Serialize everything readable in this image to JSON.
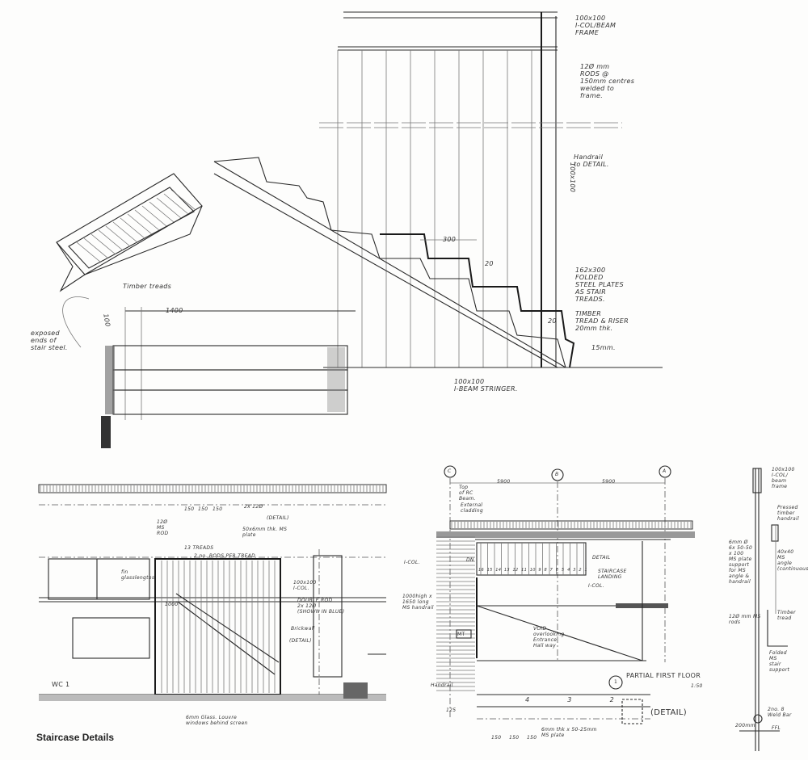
{
  "caption": "Staircase Details",
  "sketch_elevation": {
    "notes": {
      "beam_frame": "100x100\nI-COL/BEAM\nFRAME",
      "rods": "12Ø mm\nRODS @\n150mm centres\nwelded to\nframe.",
      "handrail": "Handrail\nto DETAIL.",
      "dim_100x100": "100x100",
      "dim_300": "300",
      "dim_20": "20",
      "treads": "162x300\nFOLDED\nSTEEL PLATES\nAS STAIR\nTREADS.",
      "timber": "TIMBER\nTREAD & RISER\n20mm thk.",
      "dim_20b": "20",
      "dim_15": "15mm.",
      "stringer": "100x100\nI-BEAM STRINGER."
    }
  },
  "sketch_plan": {
    "notes": {
      "timber_treads": "Timber treads",
      "dim_1400": "1400",
      "dim_100": "100",
      "exposed_ends": "exposed\nends of\nstair steel."
    }
  },
  "section": {
    "notes": {
      "dim_150a": "150",
      "dim_150b": "150",
      "dim_150c": "150",
      "rod": "12Ø\nMS\nROD",
      "rod_2x12": "2x 12Ø",
      "plate": "50x6mm thk. MS\nplate",
      "detail": "(DETAIL)",
      "treads_count": "13 TREADS",
      "treads_rods": "2 no. RODS PER TREAD",
      "col": "100x100\nI-COL.",
      "double_rod": "DOUBLE ROD\n2x 12Ø\n(SHOWN IN BLUE)",
      "brickwall": "Brickwall",
      "detail2": "(DETAIL)",
      "dim_1000": "1000",
      "fin_glass": "fin\nglasslengths",
      "wc": "WC 1",
      "louvre": "6mm Glass. Louvre\nwindows behind screen"
    }
  },
  "plan": {
    "grid": [
      "C",
      "B",
      "A"
    ],
    "dims": [
      "5900",
      "5900"
    ],
    "notes": {
      "top_beam": "Top\nof RC\nBeam.",
      "cladding": "External\ncladding",
      "icol": "I-COL.",
      "dn": "DN",
      "detail": "DETAIL",
      "landing": "STAIRCASE\nLANDING",
      "icol2": "I-COL.",
      "handrail_dim": "1000high x\n1650 long\nMS handrail",
      "mt": "MT",
      "void": "VOID\noverlooking\nEntrance\nHall way",
      "partial": "PARTIAL FIRST FLOOR",
      "scale": "1:50",
      "callout": "1",
      "handrail": "Handrail",
      "detail_big": "(DETAIL)",
      "plate": "6mm thk x 50-25mm\nMS plate",
      "dims_bottom": [
        "150",
        "150",
        "150"
      ],
      "dim_125": "125"
    },
    "step_numbers": [
      "16",
      "15",
      "14",
      "13",
      "12",
      "11",
      "10",
      "9",
      "8",
      "7",
      "6",
      "5",
      "4",
      "3",
      "2",
      "1"
    ],
    "tread_numbers": [
      "4",
      "3",
      "2"
    ]
  },
  "side_section": {
    "notes": {
      "frame": "100x100\nI-COL/\nbeam\nframe",
      "timber_handrail": "Pressed\ntimber\nhandrail",
      "angle": "40x40\nMS\nangle\n(continuous)",
      "plate": "6mm Ø\n6x 50-50\nx 100\nMS plate\nsupport\nfor MS\nangle &\nhandrail",
      "rods": "12Ø mm MS\nrods",
      "timber_tread": "Timber\ntread",
      "folded": "Folded\nMS\nstair\nsupport",
      "ffl": "FFL",
      "bar": "2no. 8\nWeld Bar",
      "dim_200": "200mm"
    }
  }
}
